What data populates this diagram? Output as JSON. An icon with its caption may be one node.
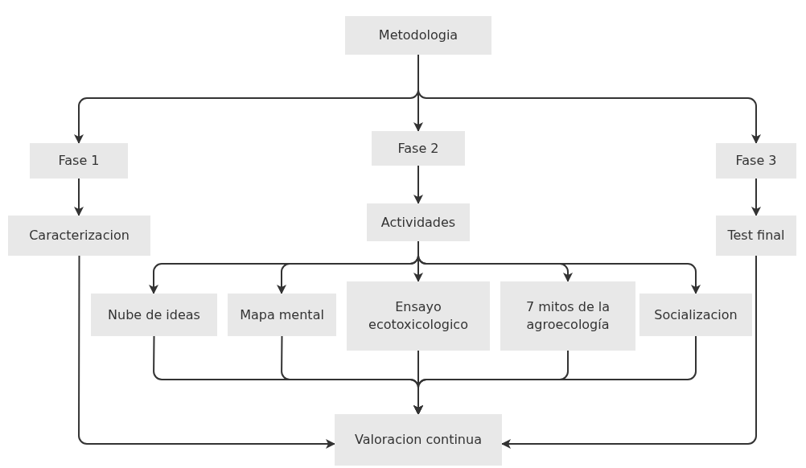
{
  "diagram": {
    "nodes": [
      {
        "text": [
          "Metodologia"
        ]
      },
      {
        "text": [
          "Fase 1"
        ]
      },
      {
        "text": [
          "Fase 2"
        ]
      },
      {
        "text": [
          "Fase 3"
        ]
      },
      {
        "text": [
          "Caracterizacion"
        ]
      },
      {
        "text": [
          "Actividades"
        ]
      },
      {
        "text": [
          "Test final"
        ]
      },
      {
        "text": [
          "Nube de ideas"
        ]
      },
      {
        "text": [
          "Mapa mental"
        ]
      },
      {
        "text": [
          "Ensayo ecotoxicologico"
        ]
      },
      {
        "text": [
          "7 mitos de la agroecología"
        ]
      },
      {
        "text": [
          "Socializacion"
        ]
      },
      {
        "text": [
          "Valoracion continua"
        ]
      }
    ],
    "edges": [
      {
        "from": 0,
        "to": 1,
        "arrow": "to"
      },
      {
        "from": 0,
        "to": 2,
        "arrow": "to"
      },
      {
        "from": 0,
        "to": 3,
        "arrow": "to"
      },
      {
        "from": 1,
        "to": 4,
        "arrow": "to"
      },
      {
        "from": 2,
        "to": 5,
        "arrow": "to"
      },
      {
        "from": 3,
        "to": 6,
        "arrow": "to"
      },
      {
        "from": 5,
        "to": 7,
        "arrow": "to"
      },
      {
        "from": 5,
        "to": 8,
        "arrow": "to"
      },
      {
        "from": 5,
        "to": 9,
        "arrow": "to"
      },
      {
        "from": 5,
        "to": 10,
        "arrow": "to"
      },
      {
        "from": 5,
        "to": 11,
        "arrow": "to"
      },
      {
        "from": 7,
        "to": 12,
        "arrow": "to"
      },
      {
        "from": 8,
        "to": 12,
        "arrow": "to"
      },
      {
        "from": 9,
        "to": 12,
        "arrow": "to"
      },
      {
        "from": 10,
        "to": 12,
        "arrow": "to"
      },
      {
        "from": 11,
        "to": 12,
        "arrow": "to"
      },
      {
        "from": 4,
        "to": 12,
        "arrow": "to"
      },
      {
        "from": 6,
        "to": 12,
        "arrow": "to"
      }
    ]
  }
}
